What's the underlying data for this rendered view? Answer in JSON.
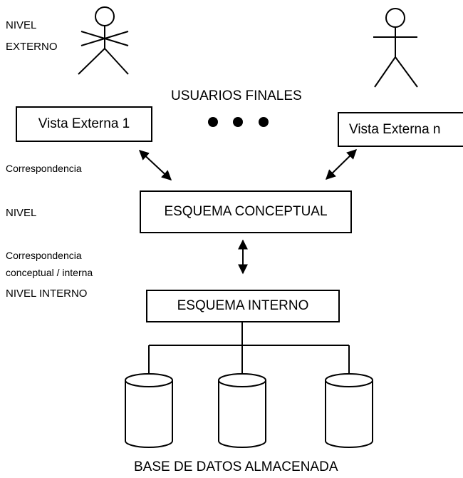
{
  "levels": {
    "external": "NIVEL\nEXTERNO",
    "conceptual": "NIVEL",
    "internal": "NIVEL INTERNO"
  },
  "users": {
    "title": "USUARIOS FINALES"
  },
  "views": {
    "first": "Vista Externa 1",
    "last": "Vista Externa n"
  },
  "mappings": {
    "external_conceptual": "Correspondencia",
    "conceptual_internal": "Correspondencia\nconceptual / interna"
  },
  "schemas": {
    "conceptual": "ESQUEMA CONCEPTUAL",
    "internal": "ESQUEMA INTERNO"
  },
  "storage": {
    "title": "BASE DE DATOS ALMACENADA"
  }
}
